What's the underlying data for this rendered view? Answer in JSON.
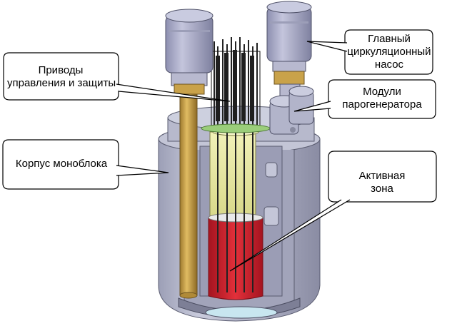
{
  "callouts": {
    "drives": "Приводы\nуправления и защиты",
    "pump": "Главный\nциркуляционный\nнасос",
    "steam": "Модули\nпарогенератора",
    "vessel": "Корпус моноблока",
    "core": "Активная\nзона"
  },
  "colors": {
    "vessel": "#b6b8cc",
    "vessel_dark": "#8e90a8",
    "pump_motor": "#a9aac7",
    "pump_shaft": "#c9a24a",
    "core_upper": "#e6e69a",
    "core_lower": "#d01e2a",
    "rods": "#2a2a2a",
    "callout_border": "#000000",
    "callout_fill": "#ffffff"
  }
}
